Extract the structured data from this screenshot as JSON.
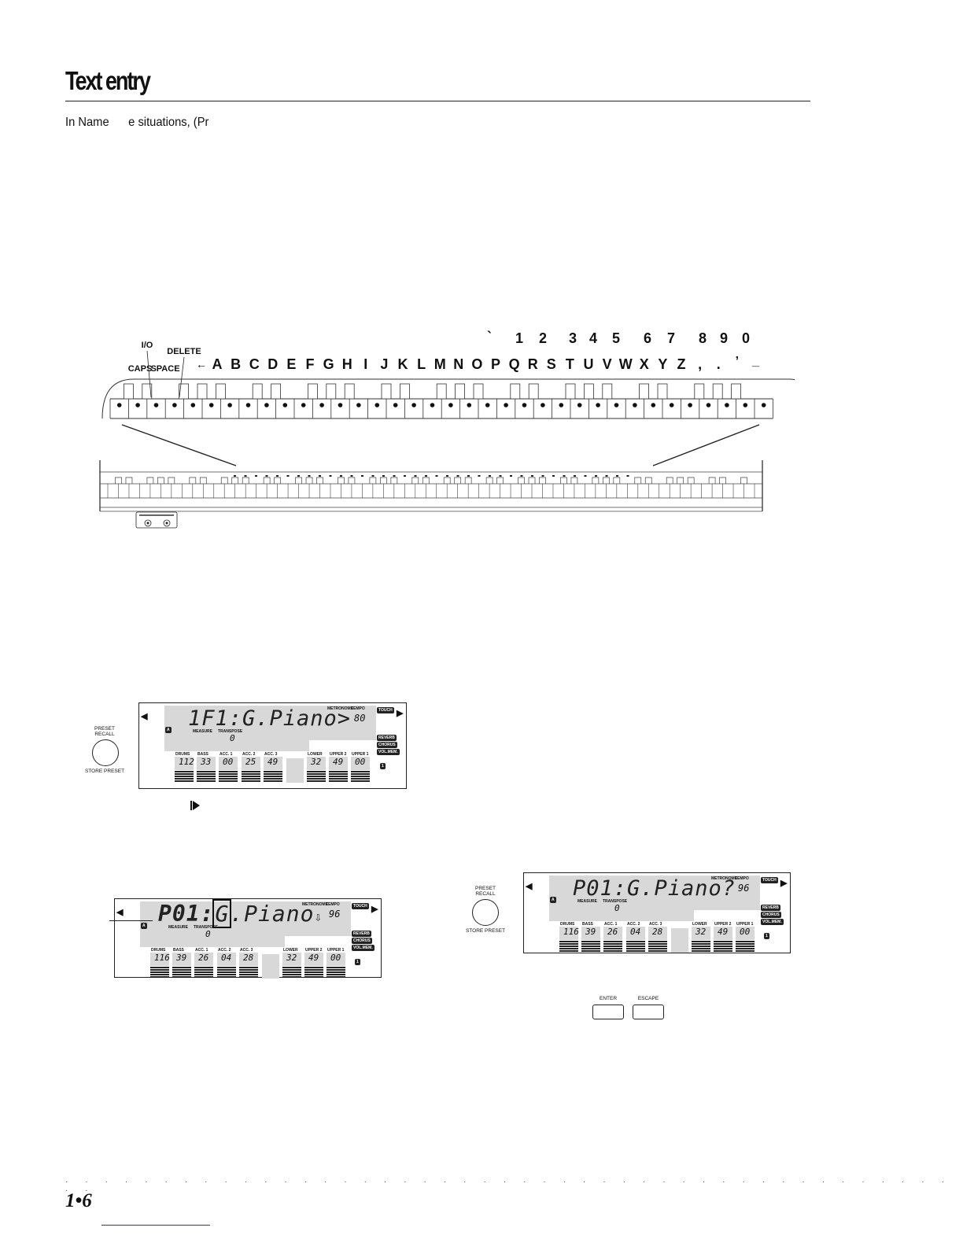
{
  "heading": "Text entry",
  "intro": "In Name      e situations, (Pr",
  "keyboard_labels": {
    "caps": "CAPS",
    "io": "I/O",
    "space": "SPACE",
    "delete": "DELETE",
    "arrow": "←",
    "letters": [
      "A",
      "B",
      "C",
      "D",
      "E",
      "F",
      "G",
      "H",
      "I",
      "J",
      "K",
      "L",
      "M",
      "N",
      "O",
      "P",
      "Q",
      "R",
      "S",
      "T",
      "U",
      "V",
      "W",
      "X",
      "Y",
      "Z",
      ",",
      "."
    ],
    "apostrophe": "’",
    "underscore": "_",
    "backtick": "`",
    "digits": [
      "1",
      "2",
      "3",
      "4",
      "5",
      "6",
      "7",
      "8",
      "9",
      "0"
    ]
  },
  "panel": {
    "preset_recall": "PRESET\nRECALL",
    "store_preset": "STORE PRESET",
    "enter": "ENTER",
    "escape": "ESCAPE"
  },
  "lcd1": {
    "main": "1F1:G.Piano>",
    "tempo": "80",
    "transpose": "0",
    "values": [
      "112",
      "33",
      "00",
      "25",
      "49",
      "32",
      "49",
      "00"
    ]
  },
  "lcd2": {
    "main_a": "P01:",
    "cursor": "G",
    "main_b": ".Piano",
    "tempo": "96",
    "transpose": "0",
    "values": [
      "116",
      "39",
      "26",
      "04",
      "28",
      "32",
      "49",
      "00"
    ]
  },
  "lcd3": {
    "main": "P01:G.Piano?",
    "tempo": "96",
    "transpose": "0",
    "values": [
      "116",
      "39",
      "26",
      "04",
      "28",
      "32",
      "49",
      "00"
    ]
  },
  "lcd_labels": {
    "metronome": "METRONOME",
    "tempo": "TEMPO",
    "measure": "MEASURE",
    "transpose": "TRANSPOSE",
    "touch": "TOUCH",
    "reverb": "REVERB",
    "chorus": "CHORUS",
    "vol_mem": "VOL.MEM.",
    "a": "A",
    "one": "1",
    "channels": [
      "DRUMS",
      "BASS",
      "ACC. 1",
      "ACC. 2",
      "ACC. 3",
      "LOWER",
      "UPPER 2",
      "UPPER 1"
    ]
  },
  "page_number": "1•6",
  "dots": "· · · · · · · · · · · · · · · · · · · · · · · · · · · · · · · · · · · · · · · · · · · · · · ·"
}
